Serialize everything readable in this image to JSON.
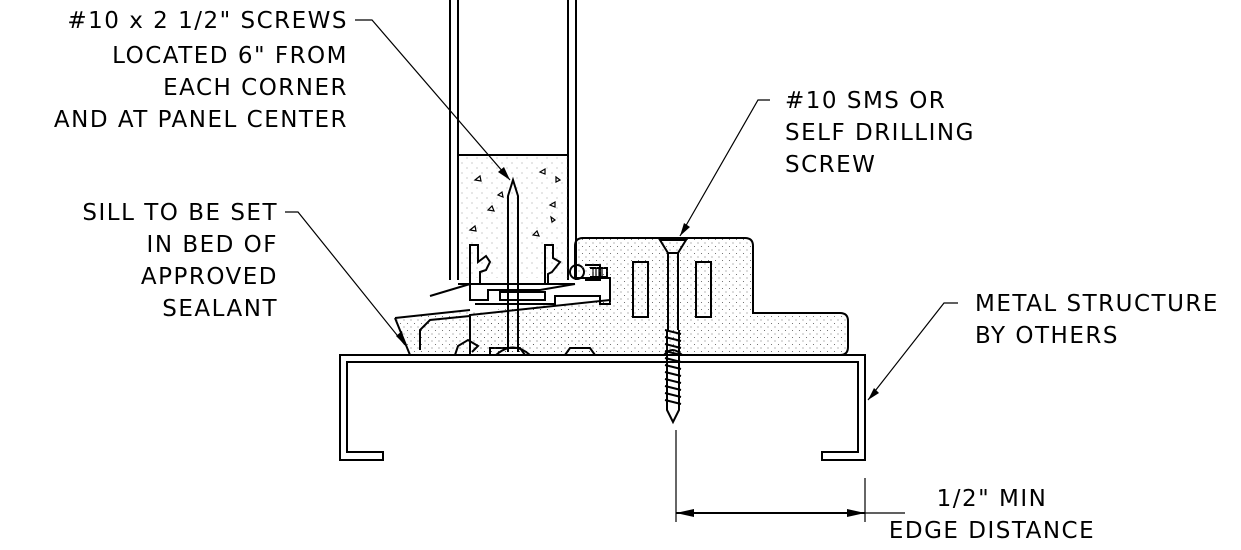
{
  "annotations": {
    "screws_note": [
      "#10 x 2 1/2\" SCREWS",
      "LOCATED 6\" FROM",
      "EACH CORNER",
      "AND AT PANEL CENTER"
    ],
    "sill_note": [
      "SILL TO BE SET",
      "IN BED OF",
      "APPROVED",
      "SEALANT"
    ],
    "sms_note": [
      "#10 SMS OR",
      "SELF DRILLING",
      "SCREW"
    ],
    "structure_note": [
      "METAL STRUCTURE",
      "BY OTHERS"
    ],
    "edge_note": [
      "1/2\" MIN",
      "EDGE DISTANCE"
    ]
  }
}
